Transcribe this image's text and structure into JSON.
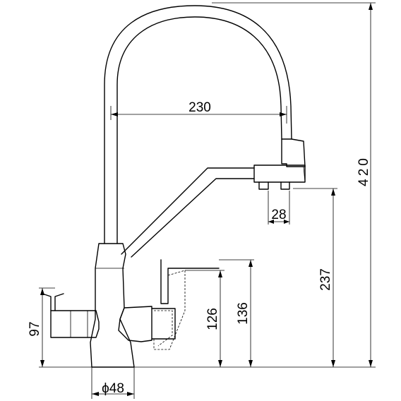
{
  "drawing": {
    "dimensions": {
      "spout_reach": "230",
      "total_height": "420",
      "spout_height": "237",
      "outlet_width": "28",
      "lever_height_136": "136",
      "lever_height_126": "126",
      "side_handle_height": "97",
      "body_diameter": "ϕ48"
    }
  }
}
